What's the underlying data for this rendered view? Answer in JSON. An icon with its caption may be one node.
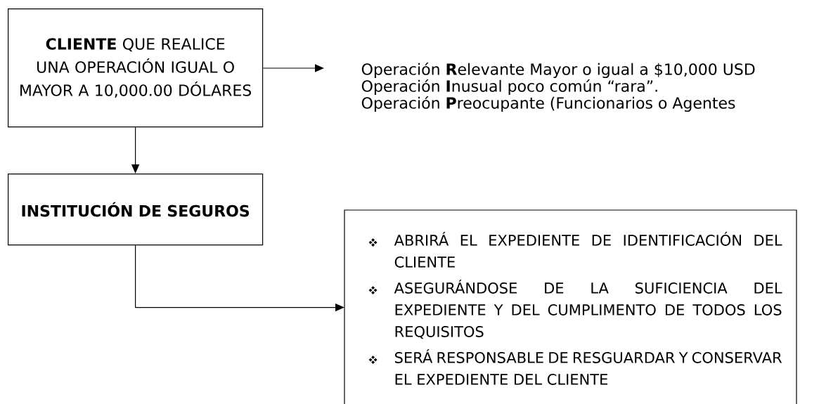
{
  "diagram": {
    "nodes": [
      {
        "text": [
          "**CLIENTE** QUE REALICE UNA OPERACIÓN IGUAL O MAYOR A 10,000.00 DÓLARES"
        ]
      },
      {
        "text": [
          "Operación **R**elevante Mayor o igual a $10,000 USD",
          "Operación **I**nusual poco común “rara”.",
          "Operación **P**reocupante (Funcionarios o Agentes"
        ]
      },
      {
        "text": [
          "INSTITUCIÓN DE SEGUROS"
        ]
      },
      {
        "text": [
          "ABRIRÁ EL EXPEDIENTE DE IDENTIFICACIÓN DEL CLIENTE",
          "ASEGURÁNDOSE DE LA SUFICIENCIA DEL EXPEDIENTE Y DEL CUMPLIMENTO DE TODOS LOS REQUISITOS",
          "SERÁ RESPONSABLE DE RESGUARDAR Y CONSERVAR EL EXPEDIENTE DEL CLIENTE"
        ]
      }
    ],
    "edges": [
      {
        "from": 0,
        "to": 1,
        "arrow": "to"
      },
      {
        "from": 0,
        "to": 2,
        "arrow": "to"
      },
      {
        "from": 2,
        "to": 3,
        "arrow": "to"
      }
    ]
  }
}
